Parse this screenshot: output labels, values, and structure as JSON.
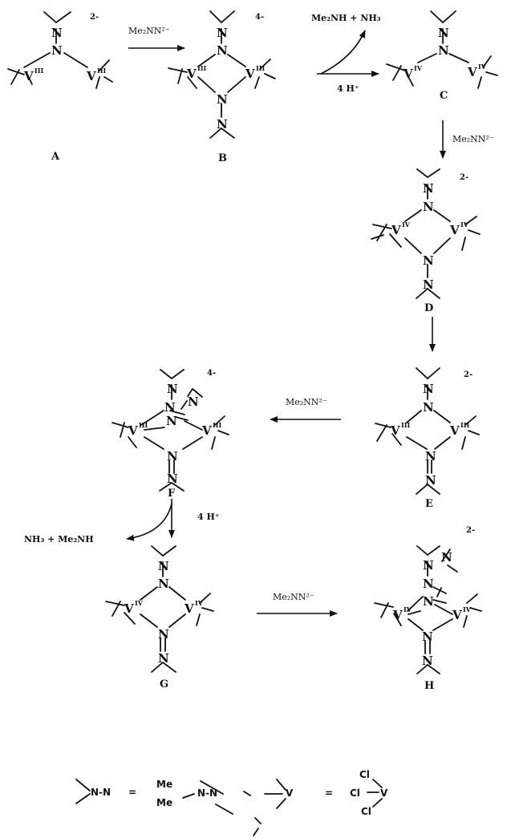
{
  "atoms": {
    "N": "N",
    "V": "V"
  },
  "oxidation_states": {
    "III": "III",
    "IV": "IV"
  },
  "compounds": [
    {
      "id": "A",
      "label": "A",
      "charge": "2-"
    },
    {
      "id": "B",
      "label": "B",
      "charge": "4-"
    },
    {
      "id": "C",
      "label": "C",
      "charge": ""
    },
    {
      "id": "D",
      "label": "D",
      "charge": "2-"
    },
    {
      "id": "E",
      "label": "E",
      "charge": "2-"
    },
    {
      "id": "F",
      "label": "F",
      "charge": "4-"
    },
    {
      "id": "G",
      "label": "G",
      "charge": ""
    },
    {
      "id": "H",
      "label": "H",
      "charge": "2-"
    }
  ],
  "reagents": {
    "hydrazido": "Me₂NN²⁻",
    "acid": "4 H⁺",
    "byproducts_BC": "Me₂NH + NH₃",
    "byproducts_FG": "NH₃ + Me₂NH"
  },
  "legend": {
    "left_lhs": "N-N",
    "equals": "=",
    "me_top": "Me",
    "me_bottom": "Me",
    "left_rhs": "N-N",
    "right_lhs": "V",
    "cl": "Cl",
    "right_v": "V"
  }
}
